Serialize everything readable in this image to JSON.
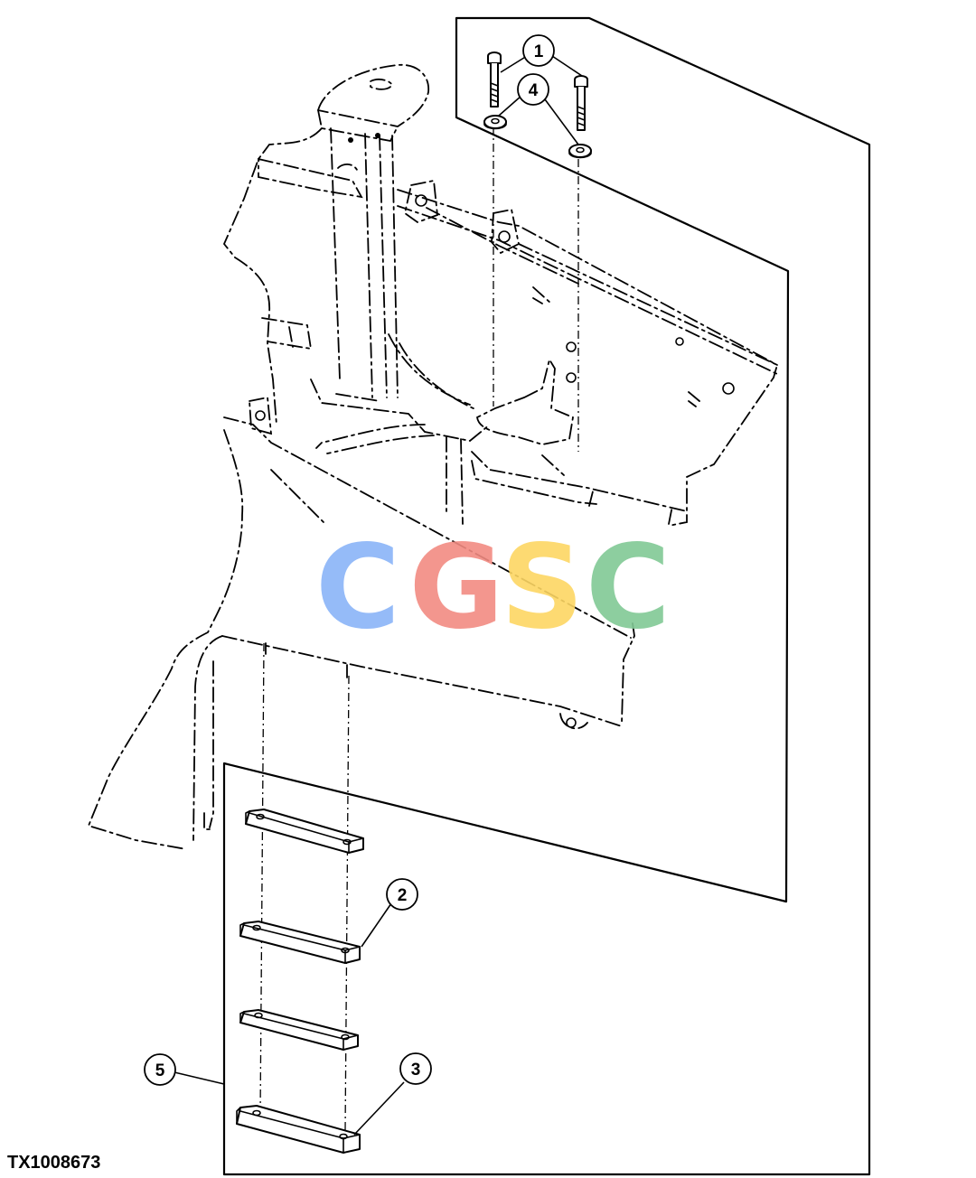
{
  "callouts": [
    {
      "number": "1"
    },
    {
      "number": "2"
    },
    {
      "number": "3"
    },
    {
      "number": "4"
    },
    {
      "number": "5"
    }
  ],
  "watermark": {
    "letters": [
      "C",
      "G",
      "S",
      "C"
    ],
    "colors": [
      "#8AB4F8",
      "#F28B82",
      "#FDD663",
      "#81C995"
    ]
  },
  "figure_id": "TX1008673",
  "line_color": "#000000"
}
